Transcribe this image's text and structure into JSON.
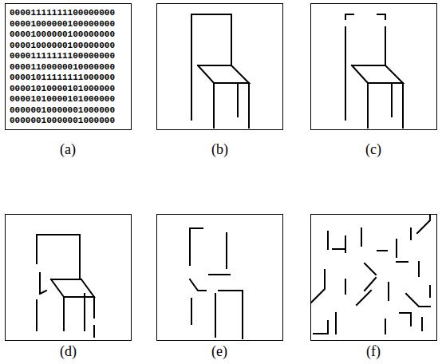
{
  "diagram": {
    "labels": [
      "00001111111100000000",
      "00001000000100000000",
      "00001000000100000000",
      "00001000000100000000",
      "00001111111100000000",
      "00001100000010000000",
      "00001011111111000000",
      "00001010000101000000",
      "00001010000101000000",
      "00000010000001000000",
      "00000010000001000000",
      "(a)",
      "(b)",
      "(c)",
      "(d)",
      "(e)",
      "(f)"
    ]
  }
}
